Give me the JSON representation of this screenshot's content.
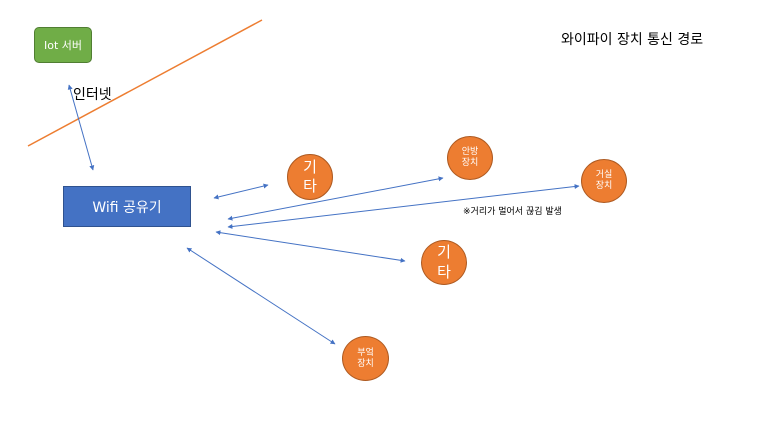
{
  "title": "와이파이 장치 통신 경로",
  "nodes": {
    "server": "Iot 서버",
    "internet": "인터넷",
    "router": "Wifi 공유기",
    "devices": {
      "other_1": "기\n타",
      "anbang": "안방\n장치",
      "living_room": "거실\n장치",
      "other_2": "기\n타",
      "kitchen": "부엌\n장치"
    }
  },
  "annotation": "※거리가 멀어서 끊김 발생",
  "colors": {
    "server_fill": "#70AD47",
    "router_fill": "#4472C4",
    "device_fill": "#ED7D31",
    "link_line": "#4472C4",
    "boundary_line": "#ED7D31"
  }
}
